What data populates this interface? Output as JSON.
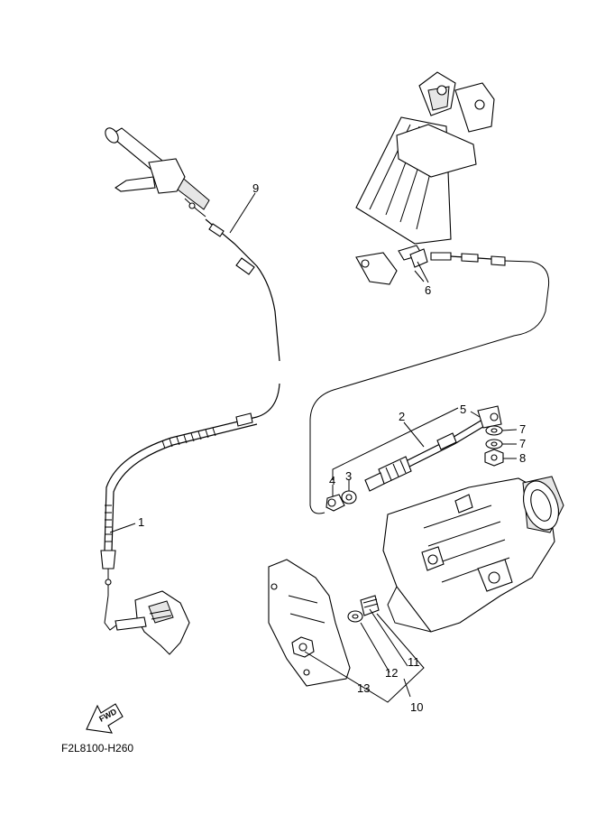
{
  "callouts": [
    {
      "id": "callout-1",
      "text": "1"
    },
    {
      "id": "callout-2",
      "text": "2"
    },
    {
      "id": "callout-3",
      "text": "3"
    },
    {
      "id": "callout-4",
      "text": "4"
    },
    {
      "id": "callout-5",
      "text": "5"
    },
    {
      "id": "callout-6",
      "text": "6"
    },
    {
      "id": "callout-7a",
      "text": "7"
    },
    {
      "id": "callout-7b",
      "text": "7"
    },
    {
      "id": "callout-8",
      "text": "8"
    },
    {
      "id": "callout-9",
      "text": "9"
    },
    {
      "id": "callout-10",
      "text": "10"
    },
    {
      "id": "callout-11",
      "text": "11"
    },
    {
      "id": "callout-12",
      "text": "12"
    },
    {
      "id": "callout-13",
      "text": "13"
    }
  ],
  "fwd_label": "FWD",
  "diagram_code": "F2L8100-H260"
}
